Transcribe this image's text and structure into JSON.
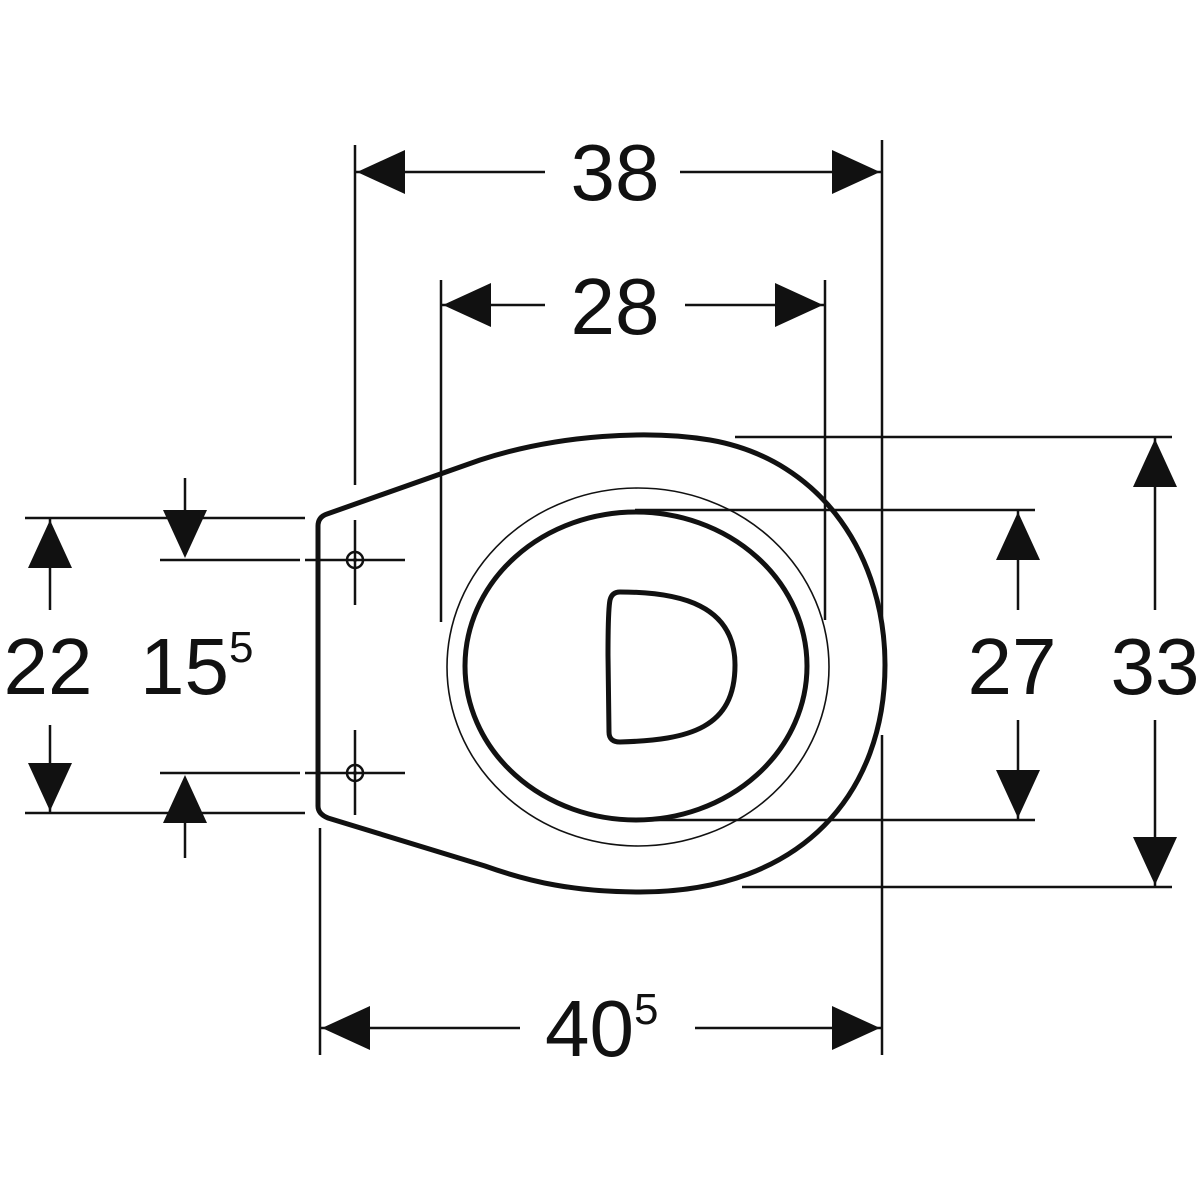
{
  "title": "Urinal bowl top-view dimension drawing",
  "dimensions": {
    "width_top": {
      "value": "38"
    },
    "width_inner": {
      "value": "28"
    },
    "depth_total": {
      "main": "40",
      "sup": "5"
    },
    "height_outer": {
      "value": "33"
    },
    "height_inner": {
      "value": "27"
    },
    "back_width": {
      "value": "22"
    },
    "hole_spacing": {
      "main": "15",
      "sup": "5"
    }
  },
  "colors": {
    "line": "#111111",
    "background": "#ffffff"
  }
}
